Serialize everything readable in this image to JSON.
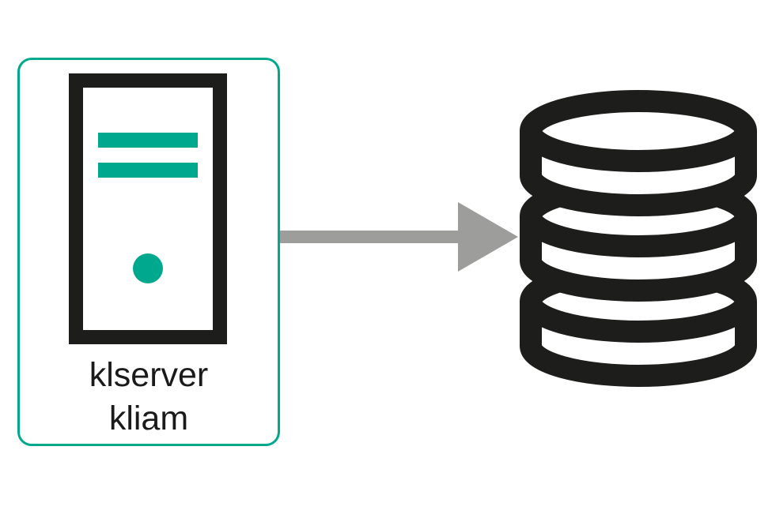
{
  "diagram": {
    "node": {
      "label_line1": "klserver",
      "label_line2": "kliam",
      "border_color": "#00a88e",
      "icon": "server-tower-icon"
    },
    "connector": {
      "type": "arrow",
      "direction": "right",
      "from": "klserver kliam",
      "to": "database",
      "color": "#9d9d9c"
    },
    "database": {
      "icon": "database-icon",
      "disk_count": 3,
      "color": "#1d1d1b"
    },
    "colors": {
      "accent_teal": "#00a88e",
      "icon_black": "#1d1d1b",
      "arrow_gray": "#9d9d9c",
      "label_text": "#1a1a1a",
      "background": "#ffffff"
    }
  }
}
